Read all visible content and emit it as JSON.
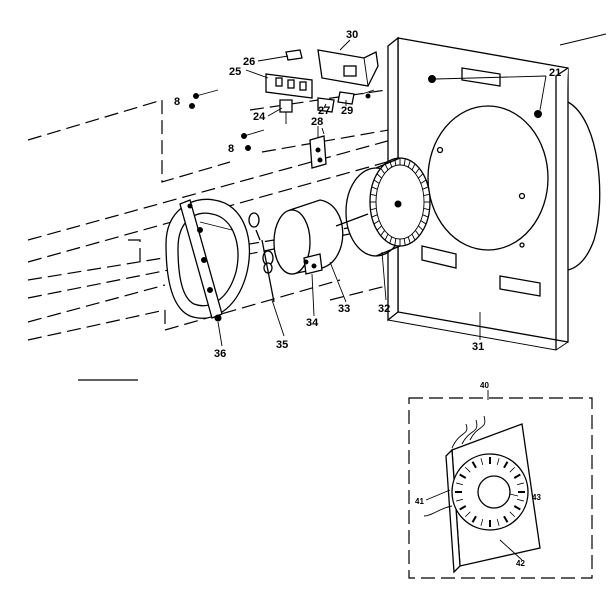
{
  "diagram": {
    "part_labels": {
      "p30": "30",
      "p26": "26",
      "p25": "25",
      "p21": "21",
      "p8a": "8",
      "p27": "27",
      "p29": "29",
      "p24": "24",
      "p28": "28",
      "p8b": "8",
      "p33": "33",
      "p32": "32",
      "p34": "34",
      "p35": "35",
      "p36": "36",
      "p31": "31",
      "p40": "40",
      "p41": "41",
      "p43": "43",
      "p42": "42"
    }
  }
}
